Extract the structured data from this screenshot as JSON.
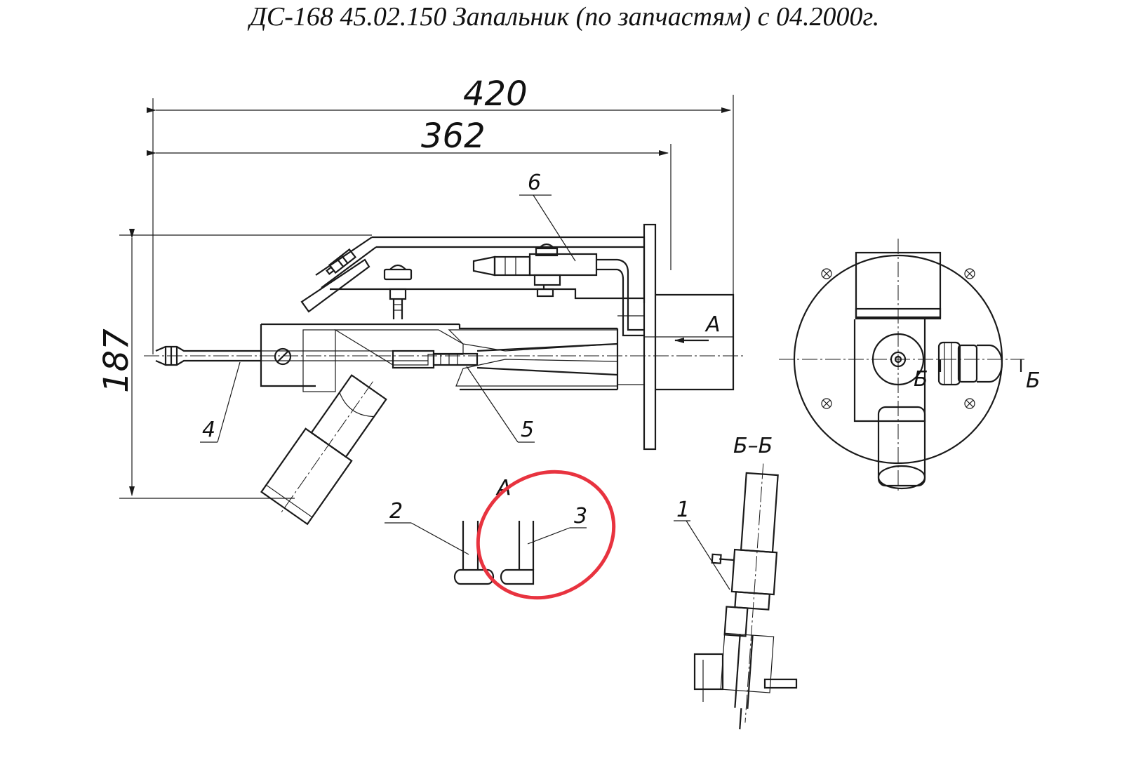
{
  "title": "ДС-168 45.02.150 Запальник (по запчастям) с 04.2000г.",
  "dimensions": {
    "overall_length": "420",
    "inner_length": "362",
    "height": "187"
  },
  "part_labels": {
    "p1": "1",
    "p2": "2",
    "p3": "3",
    "p4": "4",
    "p5": "5",
    "p6": "6"
  },
  "view_labels": {
    "arrow_a": "А",
    "view_a": "А",
    "section_mark_left": "Б",
    "section_mark_right": "Б",
    "section_title": "Б–Б"
  },
  "colors": {
    "highlight_circle": "#e8333f",
    "line": "#1a1a1a"
  }
}
